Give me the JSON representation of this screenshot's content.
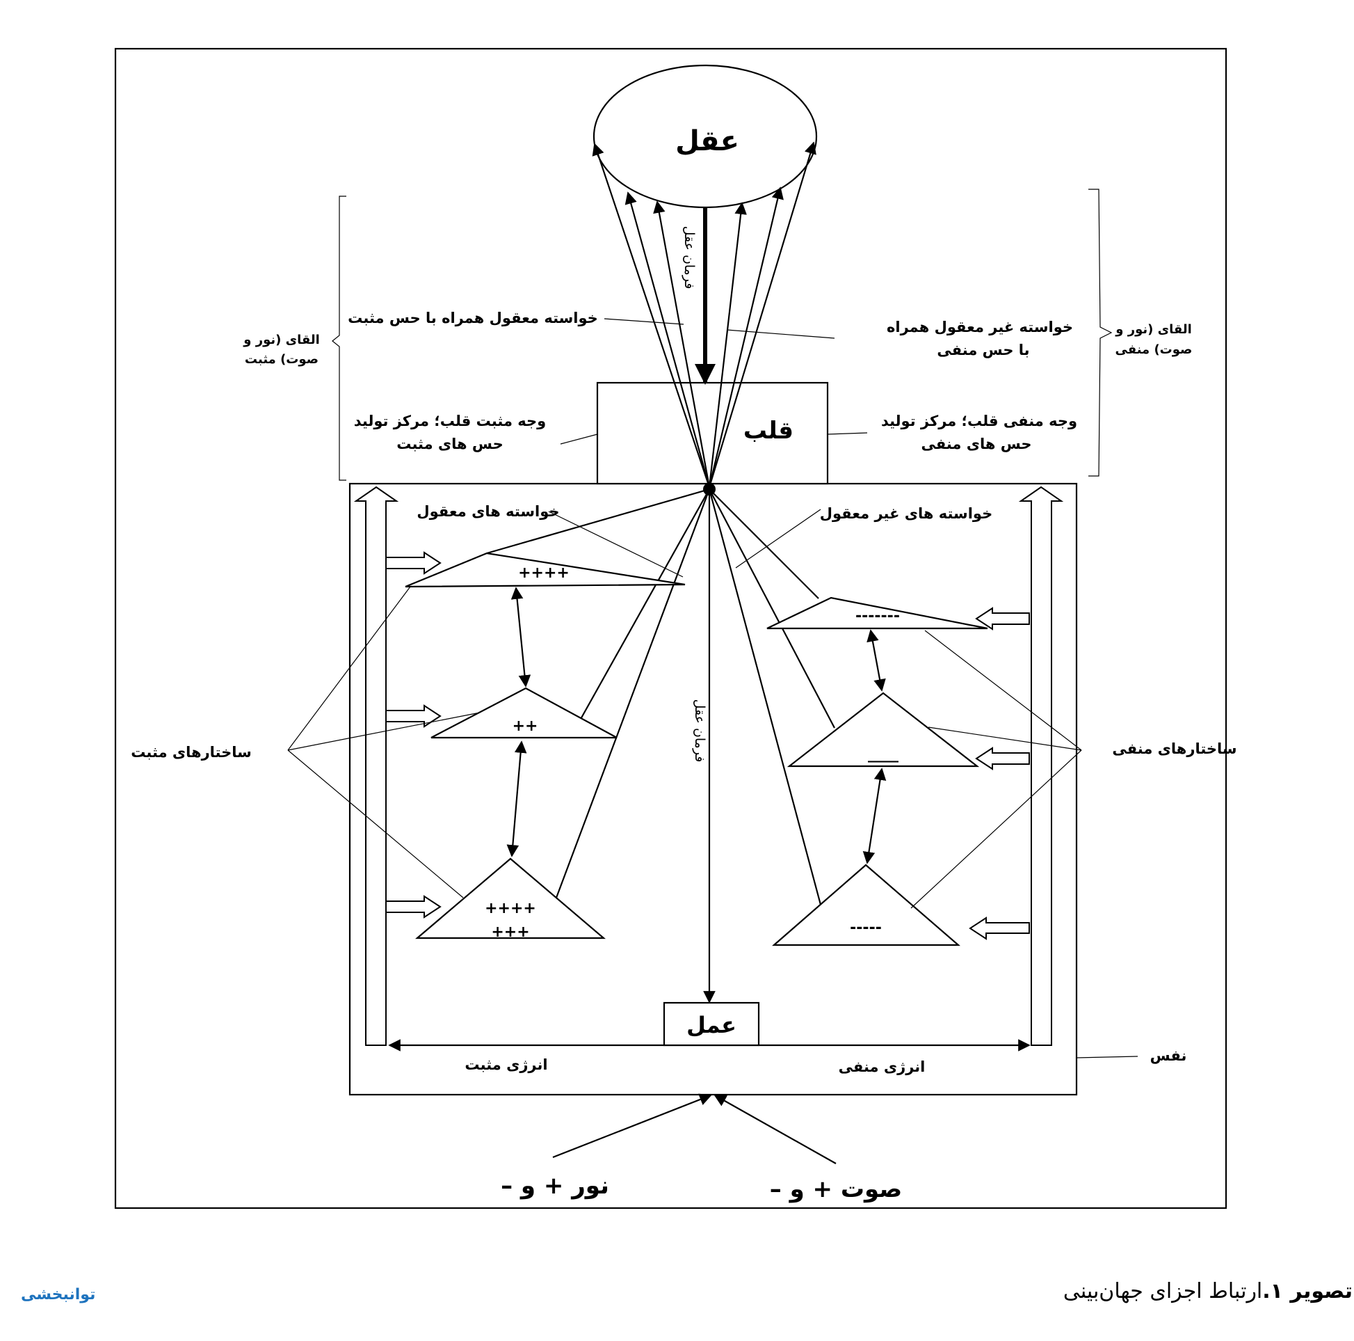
{
  "colors": {
    "ink": "#000000",
    "background": "#ffffff",
    "brand": "#1e73be"
  },
  "labels": {
    "aql": "عقل",
    "qalb": "قلب",
    "amal": "عمل",
    "farman_aql_top": "فرمان عقل",
    "farman_aql_bottom": "فرمان عقل",
    "khasteh_maqul_ba_hes": "خواسته معقول همراه با حس مثبت",
    "khasteh_gheir_line1": "خواسته غیر معقول همراه",
    "khasteh_gheir_line2": "با حس منفی",
    "elqa_pos_line1": "القای (نور و",
    "elqa_pos_line2": "صوت) مثبت",
    "elqa_neg_line1": "القای (نور و",
    "elqa_neg_line2": "صوت) منفی",
    "vajh_pos_line1": "وجه مثبت قلب؛ مرکز تولید",
    "vajh_pos_line2": "حس های مثبت",
    "vajh_neg_line1": "وجه منفی قلب؛ مرکز تولید",
    "vajh_neg_line2": "حس های منفی",
    "khasteh_maqul": "خواسته های معقول",
    "khasteh_gheir_maqul": "خواسته های غیر معقول",
    "sakhtar_pos": "ساختارهای مثبت",
    "sakhtar_neg": "ساختارهای منفی",
    "energy_pos": "انرژی مثبت",
    "energy_neg": "انرژی منفی",
    "nafs": "نفس",
    "noor": "نور + و –",
    "soot": "صوت + و –"
  },
  "triangles": {
    "pos_top": "++++",
    "pos_mid": "++",
    "pos_bot_line1": "++++",
    "pos_bot_line2": "+++",
    "neg_top": "-------",
    "neg_mid": "____",
    "neg_bot": "-----"
  },
  "caption": {
    "number": "تصویر ۱.",
    "text": "ارتباط اجزای جهان‌بینی"
  },
  "brand": "توانبخشی"
}
